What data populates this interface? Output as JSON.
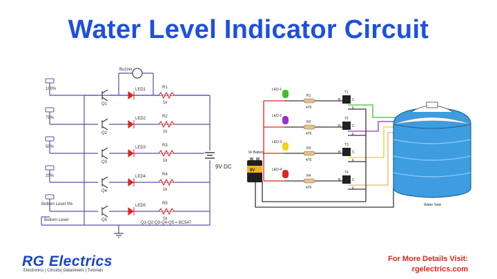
{
  "title": "Water Level Indicator Circuit",
  "left_circuit": {
    "buzzer_label": "Buzzer",
    "levels": [
      "100%",
      "75%",
      "50%",
      "25%",
      "Bottom Level 0%"
    ],
    "bottom_level": "Bottom Level",
    "transistors": [
      "Q1",
      "Q2",
      "Q3",
      "Q4",
      "Q5"
    ],
    "leds": [
      "LED1",
      "LED2",
      "LED3",
      "LED4",
      "LED5"
    ],
    "resistors": [
      {
        "name": "R1",
        "value": "1k"
      },
      {
        "name": "R2",
        "value": "1k"
      },
      {
        "name": "R3",
        "value": "1k"
      },
      {
        "name": "R4",
        "value": "1k"
      },
      {
        "name": "R5",
        "value": "1k"
      }
    ],
    "supply": "9V DC",
    "note": "Q1-Q2-Q3-Q4-Q5 = BC547"
  },
  "right_circuit": {
    "battery_label": "9v Battery",
    "battery_brand": "9V",
    "leds": [
      "LED-1",
      "LED-2",
      "LED-3",
      "LED-4"
    ],
    "led_colors": [
      "#3fbf2a",
      "#9b2fc9",
      "#f2d21a",
      "#e02424"
    ],
    "resistors": [
      {
        "name": "R1",
        "value": "470"
      },
      {
        "name": "R2",
        "value": "470"
      },
      {
        "name": "R3",
        "value": "470"
      },
      {
        "name": "R4",
        "value": "470"
      }
    ],
    "transistors": [
      "T1",
      "T2",
      "T3",
      "T4"
    ],
    "pins": [
      "C",
      "B",
      "E"
    ],
    "tank_label": "Water Tank"
  },
  "footer": {
    "logo": "RG Electrics",
    "tagline": "Electronics | Circuits| Datasheets | Tutorials",
    "more_label": "For More Details Visit:",
    "url": "rgelectrics.com"
  },
  "colors": {
    "title": "#1d4fe0",
    "wire": "#5b4ea8",
    "accent_red": "#e0231c",
    "tank": "#3d9de0"
  }
}
